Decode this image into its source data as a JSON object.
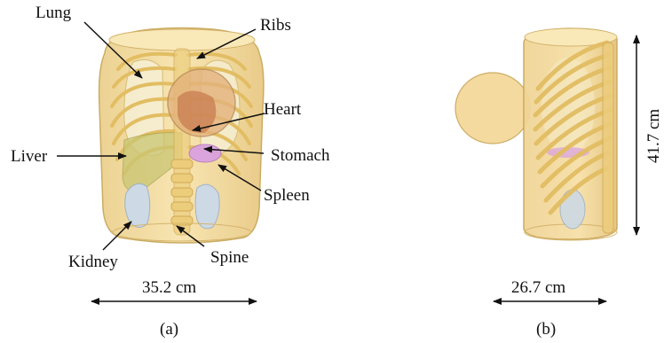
{
  "panel_a": {
    "labels": {
      "lung": "Lung",
      "ribs": "Ribs",
      "heart": "Heart",
      "liver": "Liver",
      "stomach": "Stomach",
      "spleen": "Spleen",
      "kidney": "Kidney",
      "spine": "Spine"
    },
    "width_dimension": "35.2 cm",
    "caption": "(a)"
  },
  "panel_b": {
    "depth_dimension": "26.7 cm",
    "height_dimension": "41.7 cm",
    "caption": "(b)"
  },
  "colors": {
    "body": "#f5dc9c",
    "body_outline": "#c9a85a",
    "ribs": "#e8c46c",
    "lung": "#f4ebc8",
    "heart": "#c98a5c",
    "stomach": "#d79be0",
    "liver": "#c2c16a",
    "kidney": "#c5d3e0"
  }
}
